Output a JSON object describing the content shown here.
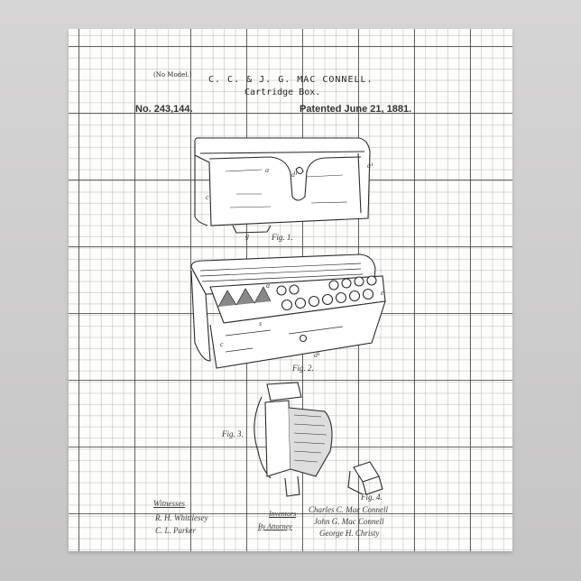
{
  "header": {
    "no_model": "(No Model.)",
    "inventors_title": "C. C. & J. G. MAC CONNELL.",
    "subject": "Cartridge Box.",
    "patent_number": "No. 243,144.",
    "patent_date": "Patented June 21, 1881."
  },
  "figures": {
    "fig1": "Fig. 1.",
    "fig2": "Fig. 2.",
    "fig3": "Fig. 3.",
    "fig4": "Fig. 4."
  },
  "labels": {
    "a": "a",
    "c": "c",
    "d": "d",
    "e": "e",
    "g": "g",
    "s": "s",
    "a1": "a¹",
    "d1": "d¹"
  },
  "signatures": {
    "witnesses_label": "Witnesses",
    "witness_1": "R. H. Whittlesey",
    "witness_2": "C. L. Parker",
    "inventors_label": "Inventors",
    "attorney_label": "By Attorney",
    "inventor_1": "Charles C. Mac Connell",
    "inventor_2": "John G. Mac Connell",
    "attorney": "George H. Christy"
  },
  "colors": {
    "background": "#c9c8c8",
    "paper": "#fdfdfb",
    "ink": "#2a2a2a",
    "grid": "#3c3732"
  }
}
